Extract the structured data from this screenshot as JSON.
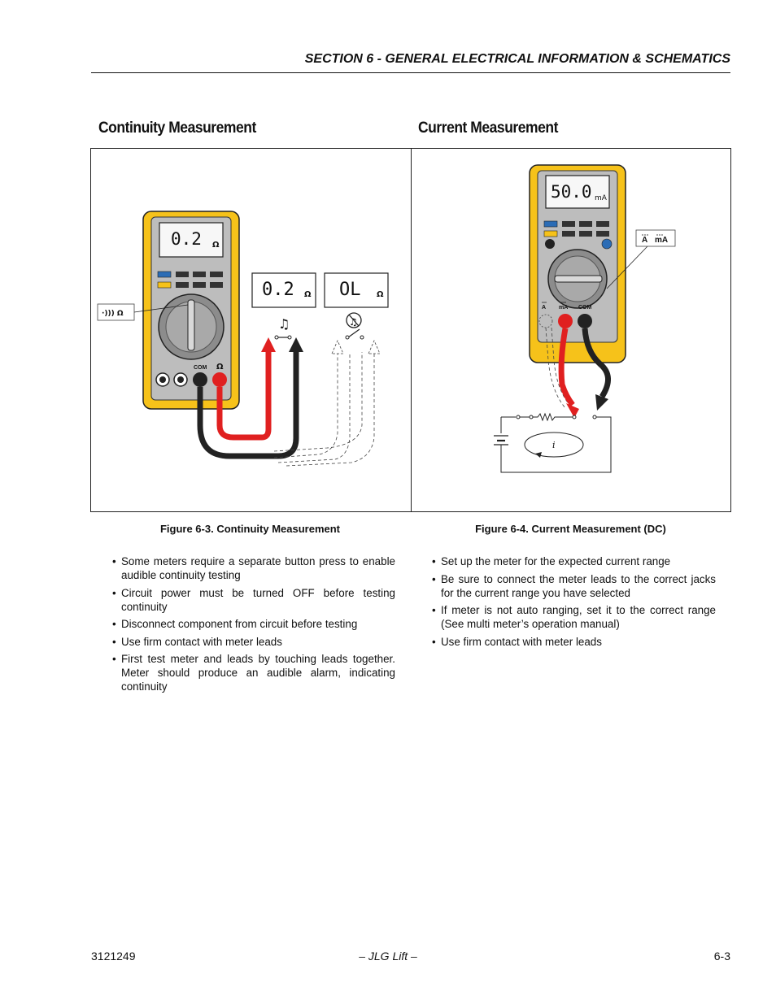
{
  "header": {
    "section_title": "SECTION 6 - GENERAL ELECTRICAL INFORMATION & SCHEMATICS"
  },
  "left": {
    "title": "Continuity Measurement",
    "caption": "Figure 6-3.  Continuity Measurement",
    "meter_reading": "0.2",
    "meter_unit": "Ω",
    "display_closed": "0.2",
    "display_closed_unit": "Ω",
    "display_open": "OL",
    "display_open_unit": "Ω",
    "selector_label": "·))) Ω",
    "jack_com": "COM",
    "jack_ohm": "Ω",
    "bullets": [
      "Some meters require a separate button press to enable audible continuity testing",
      "Circuit power must be turned OFF before testing continuity",
      "Disconnect component from circuit before testing",
      "Use firm contact with meter leads",
      "First test meter and leads by touching leads together. Meter should produce an audible alarm, indicating continuity"
    ]
  },
  "right": {
    "title": "Current Measurement",
    "caption": "Figure 6-4.  Current Measurement (DC)",
    "meter_reading": "50.0",
    "meter_unit": "mA",
    "selector_label_a": "A",
    "selector_label_ma": "mA",
    "jack_a": "A",
    "jack_ma": "mA",
    "jack_com": "COM",
    "current_symbol": "i",
    "bullets": [
      "Set up the meter for the expected current range",
      "Be sure to connect the meter leads to the correct jacks for the current range you have selected",
      "If meter is not auto ranging, set it to the correct range (See multi meter’s operation manual)",
      "Use firm contact with meter leads"
    ]
  },
  "footer": {
    "doc_number": "3121249",
    "center": "– JLG Lift –",
    "page": "6-3"
  },
  "colors": {
    "meter_body": "#f6c21a",
    "meter_face": "#b9b9b9",
    "lead_red": "#e02020",
    "lead_black": "#222222",
    "button_blue": "#2b6cb5"
  }
}
